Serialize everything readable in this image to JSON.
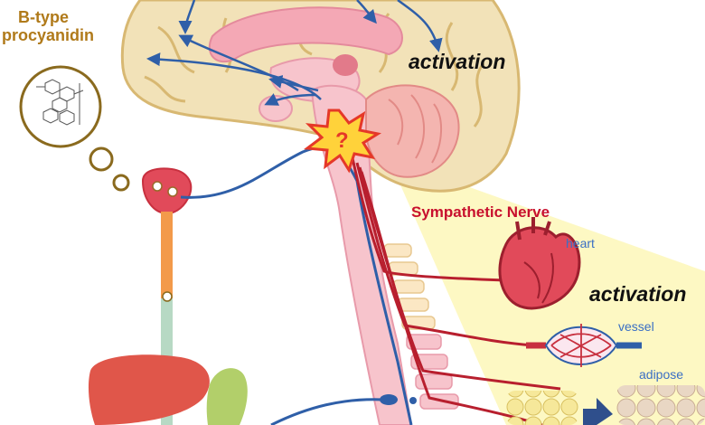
{
  "labels": {
    "compound": "B-type\nprocyanidin",
    "brain_activation": "activation",
    "organ_activation": "activation",
    "nerve": "Sympathetic Nerve",
    "heart": "heart",
    "vessel": "vessel",
    "adipose": "adipose"
  },
  "colors": {
    "compound_text": "#b07a1a",
    "nerve_text": "#c8102e",
    "organ_text": "#3a6fc4",
    "activation_text": "#111111",
    "cortex": "#f2e2b8",
    "nerve_line": "#b81f2e",
    "vagal_line": "#2f5fa8"
  },
  "icons": {
    "burst": "explosion-burst-icon",
    "question": "question-mark-icon"
  }
}
